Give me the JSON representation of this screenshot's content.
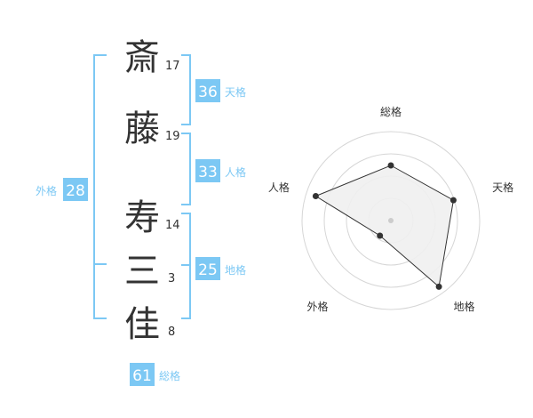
{
  "name_chars": [
    {
      "char": "斎",
      "strokes": "17"
    },
    {
      "char": "藤",
      "strokes": "19"
    },
    {
      "char": "寿",
      "strokes": "14"
    },
    {
      "char": "三",
      "strokes": "3"
    },
    {
      "char": "佳",
      "strokes": "8"
    }
  ],
  "kakusu": {
    "tenkaku": {
      "value": "36",
      "label": "天格"
    },
    "jinkaku": {
      "value": "33",
      "label": "人格"
    },
    "chikaku": {
      "value": "25",
      "label": "地格"
    },
    "gaikaku": {
      "value": "28",
      "label": "外格"
    },
    "soukaku": {
      "value": "61",
      "label": "総格"
    }
  },
  "colors": {
    "accent": "#7cc8f4",
    "text": "#333333",
    "ring": "#d6d6d6"
  },
  "chart_data": {
    "type": "radar",
    "axes": [
      "総格",
      "天格",
      "地格",
      "外格",
      "人格"
    ],
    "values": [
      0.62,
      0.74,
      0.92,
      0.21,
      0.89
    ],
    "max": 1,
    "rings": 4,
    "grid": true
  }
}
